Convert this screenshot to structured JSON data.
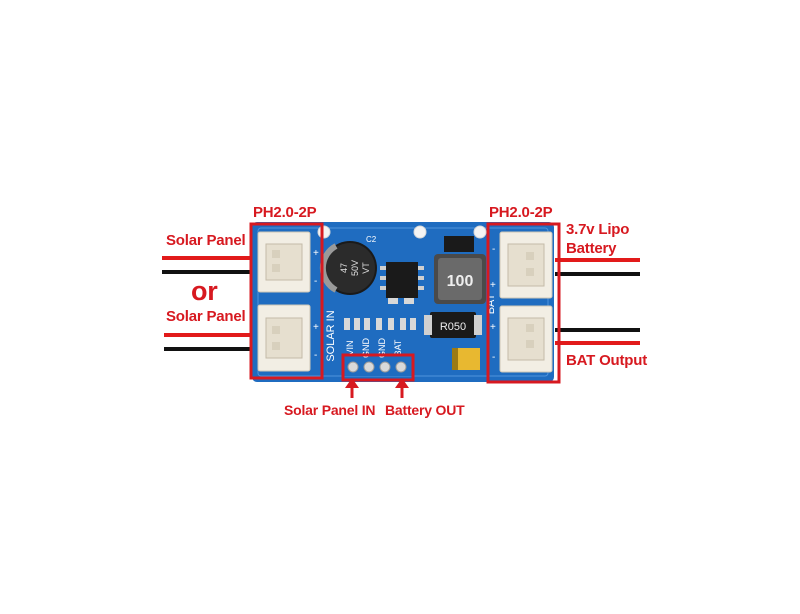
{
  "labels": {
    "ph_left": "PH2.0-2P",
    "ph_right": "PH2.0-2P",
    "solar_panel_top": "Solar Panel",
    "or": "or",
    "solar_panel_bottom": "Solar Panel",
    "lipo_line1": "3.7v Lipo",
    "lipo_line2": "Battery",
    "bat_output": "BAT Output",
    "solar_panel_in": "Solar Panel IN",
    "battery_out": "Battery OUT"
  },
  "board": {
    "silk_solar_in": "SOLAR IN",
    "silk_bat": "BAT",
    "pin_labels": [
      "VIN",
      "GND",
      "GND",
      "BAT"
    ],
    "capacitor_text": [
      "47",
      "50V",
      "VT"
    ],
    "cap_ref": "C2",
    "inductor": "100",
    "resistor": "R050",
    "plus": "+",
    "minus": "-"
  },
  "colors": {
    "pcb": "#1f6cc0",
    "highlight": "#d71920",
    "wire_red": "#e21a1a",
    "wire_black": "#111111"
  }
}
